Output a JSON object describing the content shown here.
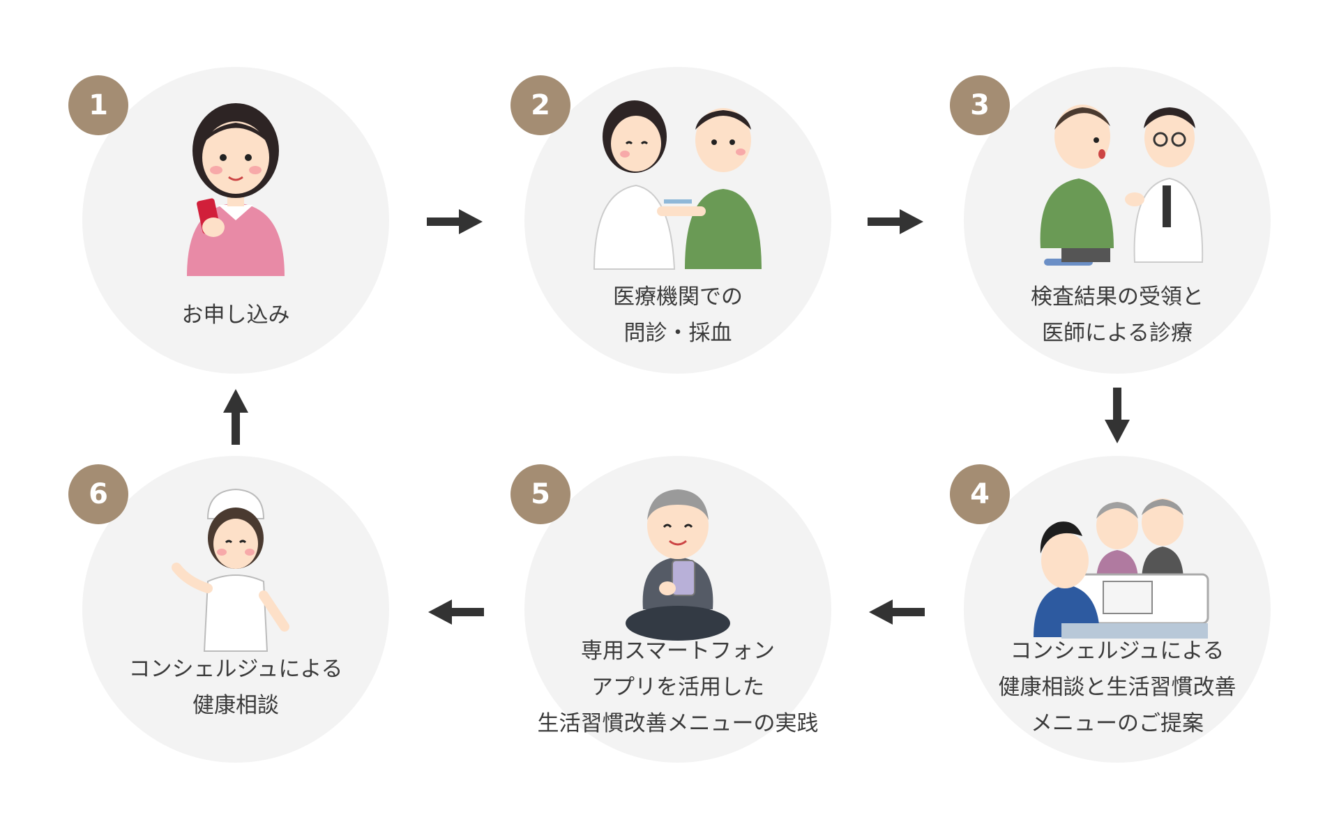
{
  "colors": {
    "circle_bg": "#f3f3f3",
    "badge_bg": "#a48d73",
    "badge_text": "#ffffff",
    "label_text": "#3a3a3a",
    "arrow": "#333333"
  },
  "steps": [
    {
      "number": "1",
      "label": "お申し込み",
      "icon": "woman-with-smartphone-icon"
    },
    {
      "number": "2",
      "label": "医療機関での\n問診・採血",
      "icon": "nurse-drawing-blood-icon"
    },
    {
      "number": "3",
      "label": "検査結果の受領と\n医師による診療",
      "icon": "doctor-consultation-icon"
    },
    {
      "number": "4",
      "label": "コンシェルジュによる\n健康相談と生活習慣改善\nメニューのご提案",
      "icon": "concierge-counseling-couple-icon"
    },
    {
      "number": "5",
      "label": "専用スマートフォン\nアプリを活用した\n生活習慣改善メニューの実践",
      "icon": "elderly-man-smartphone-icon"
    },
    {
      "number": "6",
      "label": "コンシェルジュによる\n健康相談",
      "icon": "nurse-guide-icon"
    }
  ]
}
